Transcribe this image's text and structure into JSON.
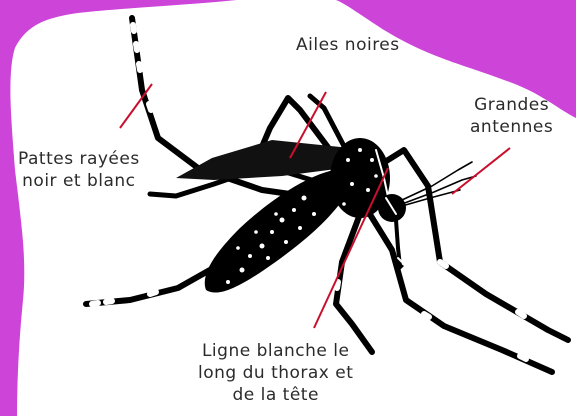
{
  "colors": {
    "accent": "#cc44d8",
    "pointer": "#c8102e",
    "insect": "#000000",
    "stripe": "#ffffff"
  },
  "labels": {
    "wings": {
      "lines": [
        "Ailes noires"
      ]
    },
    "antennae": {
      "lines": [
        "Grandes",
        "antennes"
      ]
    },
    "legs": {
      "lines": [
        "Pattes rayées",
        "noir et blanc"
      ]
    },
    "thorax": {
      "lines": [
        "Ligne blanche le",
        "long du thorax et",
        "de la tête"
      ]
    }
  }
}
